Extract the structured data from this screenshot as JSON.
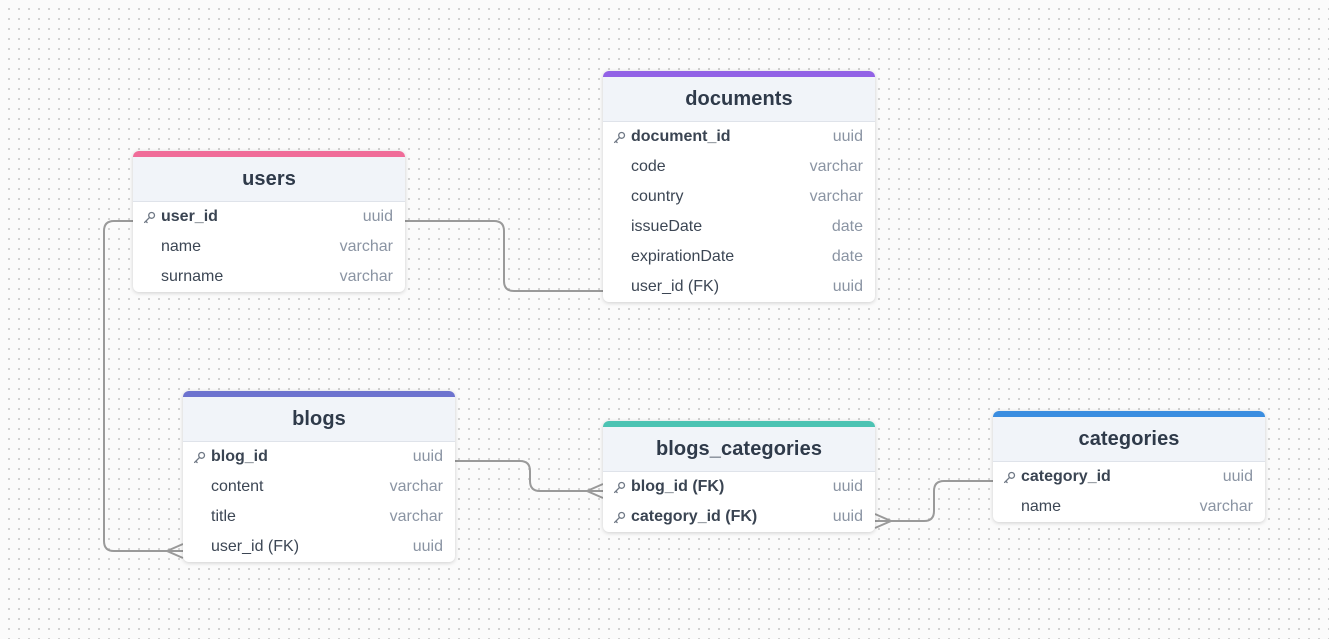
{
  "tables": [
    {
      "id": "users",
      "title": "users",
      "accent": "#f06c99",
      "columns": [
        {
          "name": "user_id",
          "type": "uuid",
          "key": true
        },
        {
          "name": "name",
          "type": "varchar",
          "key": false
        },
        {
          "name": "surname",
          "type": "varchar",
          "key": false
        }
      ]
    },
    {
      "id": "documents",
      "title": "documents",
      "accent": "#9262e6",
      "columns": [
        {
          "name": "document_id",
          "type": "uuid",
          "key": true
        },
        {
          "name": "code",
          "type": "varchar",
          "key": false
        },
        {
          "name": "country",
          "type": "varchar",
          "key": false
        },
        {
          "name": "issueDate",
          "type": "date",
          "key": false
        },
        {
          "name": "expirationDate",
          "type": "date",
          "key": false
        },
        {
          "name": "user_id (FK)",
          "type": "uuid",
          "key": false
        }
      ]
    },
    {
      "id": "blogs",
      "title": "blogs",
      "accent": "#6d73cf",
      "columns": [
        {
          "name": "blog_id",
          "type": "uuid",
          "key": true
        },
        {
          "name": "content",
          "type": "varchar",
          "key": false
        },
        {
          "name": "title",
          "type": "varchar",
          "key": false
        },
        {
          "name": "user_id (FK)",
          "type": "uuid",
          "key": false
        }
      ]
    },
    {
      "id": "blogs_categories",
      "title": "blogs_categories",
      "accent": "#4cc3b3",
      "columns": [
        {
          "name": "blog_id (FK)",
          "type": "uuid",
          "key": true
        },
        {
          "name": "category_id (FK)",
          "type": "uuid",
          "key": true
        }
      ]
    },
    {
      "id": "categories",
      "title": "categories",
      "accent": "#3a8de0",
      "columns": [
        {
          "name": "category_id",
          "type": "uuid",
          "key": true
        },
        {
          "name": "name",
          "type": "varchar",
          "key": false
        }
      ]
    }
  ],
  "relationships": [
    {
      "from": "users.user_id",
      "to": "documents.user_id (FK)",
      "cardinality": "one-to-one"
    },
    {
      "from": "users.user_id",
      "to": "blogs.user_id (FK)",
      "cardinality": "one-to-many"
    },
    {
      "from": "blogs.blog_id",
      "to": "blogs_categories.blog_id (FK)",
      "cardinality": "one-to-many"
    },
    {
      "from": "categories.category_id",
      "to": "blogs_categories.category_id (FK)",
      "cardinality": "one-to-many"
    }
  ],
  "icons": {
    "key": "key-icon"
  },
  "colors": {
    "edge": "#9a9a9a",
    "header_bg": "#f1f4f9"
  }
}
